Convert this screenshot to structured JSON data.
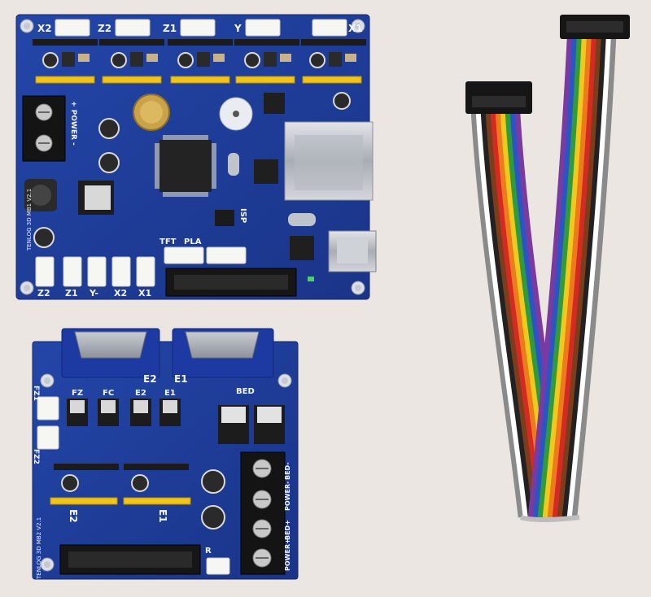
{
  "main_board": {
    "axis_headers": [
      "X2",
      "Z2",
      "Z1",
      "Y",
      "X1"
    ],
    "endstop_labels": [
      "Z2",
      "Z1",
      "Y-",
      "X2",
      "X1"
    ],
    "power_label": "+ POWER -",
    "port_labels": {
      "tft": "TFT",
      "pla": "PLA",
      "isp": "ISP"
    },
    "side_text": "TENLOG 3D MB1 V2.1"
  },
  "extension_board": {
    "vga_labels": [
      "E2",
      "E1"
    ],
    "fet_labels": [
      "FZ",
      "FC",
      "E2",
      "E1"
    ],
    "bed_label": "BED",
    "fan_labels": [
      "FZ1",
      "FZ2"
    ],
    "driver_labels": [
      "E2",
      "E1"
    ],
    "terminal_labels": [
      "POWER+",
      "BED+",
      "POWER-",
      "BED-"
    ],
    "side_text": "TENLOG 3D MB2 V2.1",
    "r_label": "R"
  },
  "colors": {
    "background": "#ece6e2",
    "pcb": "#1f3e9c",
    "ribbon": [
      "#8a8a8a",
      "#ffffff",
      "#222222",
      "#7a3e1c",
      "#d42a22",
      "#ee7a1e",
      "#f1c81c",
      "#2e9b3c",
      "#2b55c4",
      "#7a3aa0"
    ]
  }
}
